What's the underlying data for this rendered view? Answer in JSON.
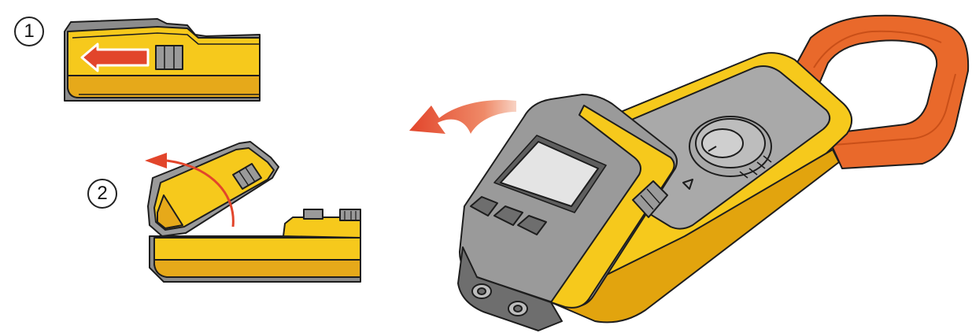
{
  "steps": [
    {
      "number": "1"
    },
    {
      "number": "2"
    }
  ],
  "colors": {
    "body_yellow": "#f6c91c",
    "body_yellow_dark": "#e2a40e",
    "gray_panel": "#a9a9a9",
    "gray_dark": "#6e6e6e",
    "jaw_orange": "#e9692b",
    "jaw_orange_dark": "#c94f18",
    "arrow_red": "#e2452b",
    "arrow_pale": "#f4b9a6",
    "outline": "#1d1d1d",
    "display": "#e4e4e4"
  },
  "icons": [
    "slide-left-arrow",
    "lift-up-arrow",
    "remove-cover-arrow",
    "triangle-mark"
  ]
}
